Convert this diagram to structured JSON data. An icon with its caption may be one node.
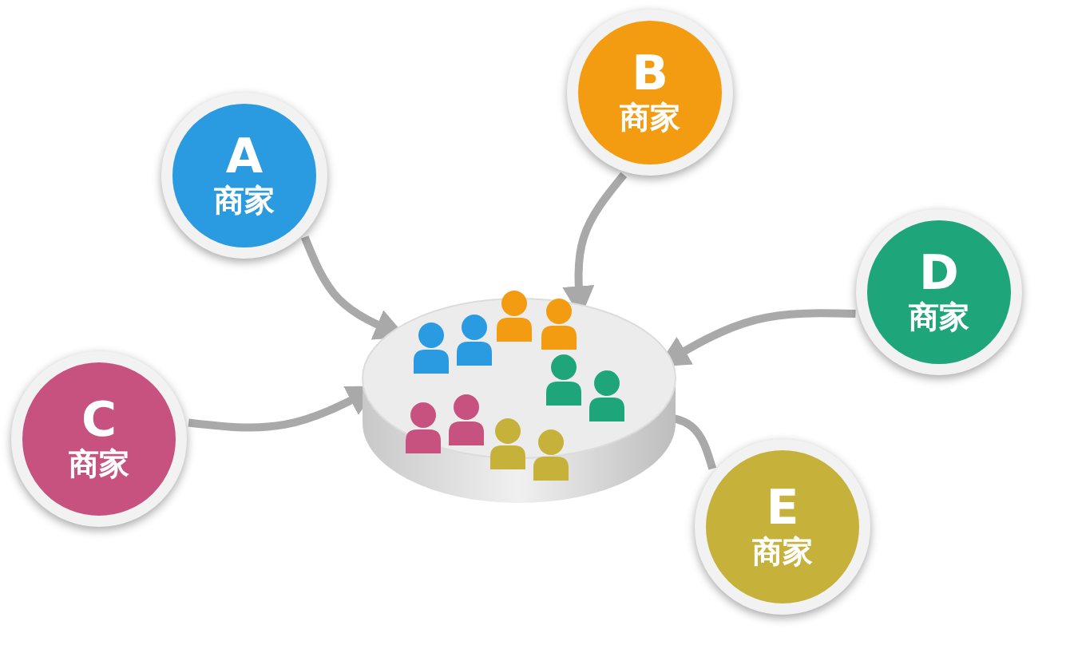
{
  "diagram": {
    "nodes": [
      {
        "text": [
          "B",
          "商家"
        ]
      },
      {
        "text": [
          "A",
          "商家"
        ]
      },
      {
        "text": [
          "D",
          "商家"
        ]
      },
      {
        "text": [
          "C",
          "商家"
        ]
      },
      {
        "text": [
          "E",
          "商家"
        ]
      },
      {
        "text": [],
        "shape": "cylinder"
      }
    ],
    "edges": [
      {
        "from": 1,
        "to": 5,
        "arrow": "to"
      },
      {
        "from": 0,
        "to": 5,
        "arrow": "to"
      },
      {
        "from": 2,
        "to": 5,
        "arrow": "to"
      },
      {
        "from": 3,
        "to": 5,
        "arrow": "to"
      },
      {
        "from": 4,
        "to": 5,
        "arrow": "to"
      }
    ]
  }
}
